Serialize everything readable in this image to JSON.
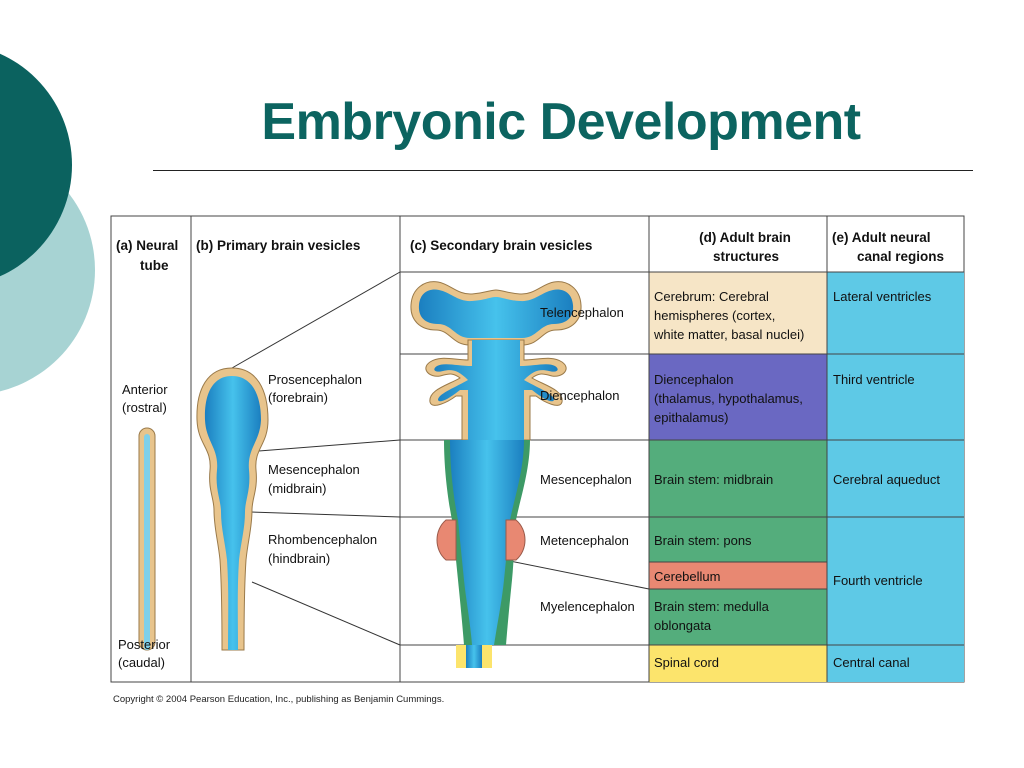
{
  "slide": {
    "title": "Embryonic Development",
    "copyright": "Copyright © 2004 Pearson Education, Inc., publishing as Benjamin Cummings."
  },
  "colors": {
    "accent_dark": "#0b625f",
    "accent_light": "#a7d3d3",
    "title": "#0c6460",
    "neural_blue": "#2ea8dc",
    "tube_wall": "#e8c48c",
    "row_cerebrum": "#f6e5c6",
    "row_diencephalon": "#6a68c2",
    "row_brainstem": "#54ad7c",
    "row_cerebellum": "#e88872",
    "row_spinal": "#fce46c",
    "canal_col": "#5ec9e6"
  },
  "figure": {
    "headers": {
      "a": "(a) Neural tube",
      "b": "(b) Primary brain vesicles",
      "c": "(c) Secondary brain vesicles",
      "d": "(d) Adult brain structures",
      "e": "(e) Adult neural canal regions"
    },
    "neural_tube": {
      "anterior": "Anterior",
      "anterior_sub": "(rostral)",
      "posterior": "Posterior",
      "posterior_sub": "(caudal)"
    },
    "primary": [
      {
        "name": "Prosencephalon",
        "sub": "(forebrain)"
      },
      {
        "name": "Mesencephalon",
        "sub": "(midbrain)"
      },
      {
        "name": "Rhombencephalon",
        "sub": "(hindbrain)"
      }
    ],
    "secondary": [
      "Telencephalon",
      "Diencephalon",
      "Mesencephalon",
      "Metencephalon",
      "Myelencephalon"
    ],
    "adult_structures": [
      {
        "lines": [
          "Cerebrum: Cerebral",
          "hemispheres (cortex,",
          "white matter, basal nuclei)"
        ]
      },
      {
        "lines": [
          "Diencephalon",
          "(thalamus, hypothalamus,",
          "epithalamus)"
        ]
      },
      {
        "lines": [
          "Brain stem: midbrain"
        ]
      },
      {
        "lines": [
          "Brain stem: pons"
        ]
      },
      {
        "lines": [
          "Cerebellum"
        ]
      },
      {
        "lines": [
          "Brain stem: medulla",
          "oblongata"
        ]
      },
      {
        "lines": [
          "Spinal cord"
        ]
      }
    ],
    "canal_regions": [
      "Lateral ventricles",
      "Third ventricle",
      "Cerebral aqueduct",
      "Fourth ventricle",
      "Central canal"
    ]
  }
}
